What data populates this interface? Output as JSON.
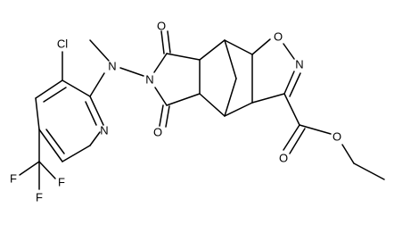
{
  "molecule": {
    "atoms": {
      "cl": "Cl",
      "n_amine": "N",
      "n_pyridine": "N",
      "n_imide": "N",
      "o_imide_top": "O",
      "o_imide_bottom": "O",
      "o_isox": "O",
      "n_isox": "N",
      "o_ester_carbonyl": "O",
      "o_ester": "O",
      "f1": "F",
      "f2": "F",
      "f3": "F"
    },
    "colors": {
      "bond": "#000000",
      "label": "#000000",
      "background": "#ffffff"
    }
  }
}
